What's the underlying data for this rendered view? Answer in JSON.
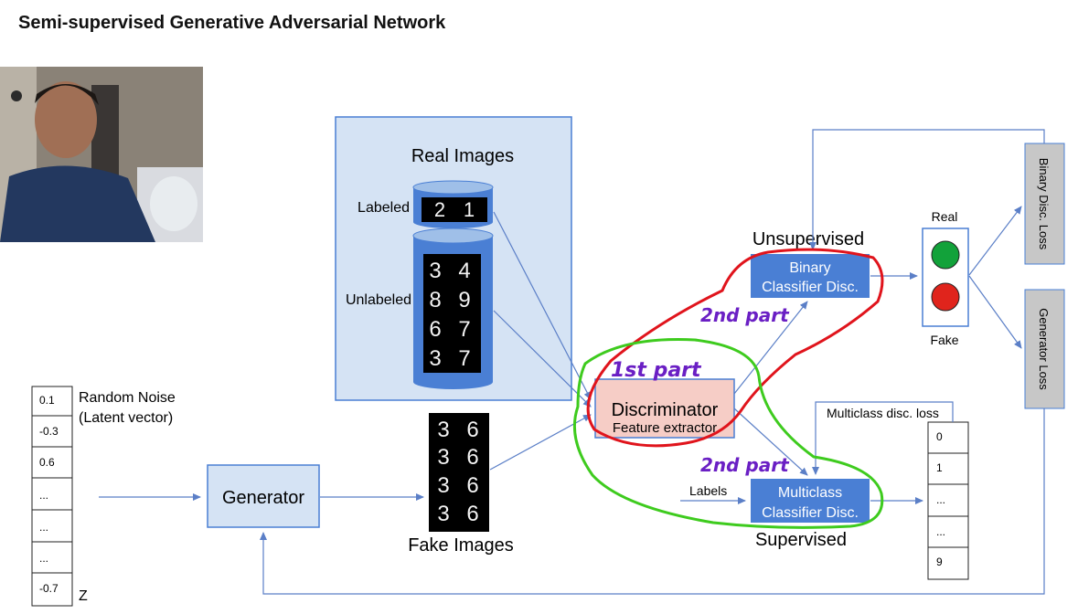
{
  "title": "Semi-supervised Generative Adversarial Network",
  "real_images": {
    "title": "Real Images",
    "labeled_label": "Labeled",
    "unlabeled_label": "Unlabeled",
    "labeled_digits": [
      "2",
      "1"
    ],
    "unlabeled_digits": [
      [
        "3",
        "4"
      ],
      [
        "8",
        "9"
      ],
      [
        "6",
        "7"
      ],
      [
        "3",
        "7"
      ]
    ]
  },
  "fake_images": {
    "label": "Fake Images",
    "digits": [
      [
        "3",
        "6"
      ],
      [
        "3",
        "6"
      ],
      [
        "3",
        "6"
      ],
      [
        "3",
        "6"
      ]
    ]
  },
  "noise": {
    "label_line1": "Random Noise",
    "label_line2": "(Latent vector)",
    "values": [
      "0.1",
      "-0.3",
      "0.6",
      "...",
      "...",
      "...",
      "-0.7"
    ],
    "z_label": "Z"
  },
  "generator": {
    "label": "Generator"
  },
  "discriminator": {
    "line1": "Discriminator",
    "line2": "Feature extractor"
  },
  "binary": {
    "line1": "Binary",
    "line2": "Classifier Disc.",
    "section_label": "Unsupervised"
  },
  "multiclass": {
    "line1": "Multiclass",
    "line2": "Classifier Disc.",
    "section_label": "Supervised",
    "labels_input": "Labels",
    "loss_label": "Multiclass disc. loss"
  },
  "light": {
    "top_label": "Real",
    "bottom_label": "Fake",
    "colors": {
      "top": "#12a23a",
      "bottom": "#e0241c"
    }
  },
  "outputs": [
    "0",
    "1",
    "...",
    "...",
    "9"
  ],
  "losses": {
    "binary": "Binary Disc. Loss",
    "generator": "Generator Loss"
  },
  "annotations": {
    "first_part": "1st part",
    "second_part_top": "2nd part",
    "second_part_bottom": "2nd part"
  },
  "colors": {
    "box_blue": "#4a7fd4",
    "light_blue": "#d5e3f4",
    "disc_pink": "#f6cdc6",
    "arrow": "#5b7fc7",
    "red_outline": "#e0141c",
    "green_outline": "#3ecb1e",
    "loss_gray": "#c7c7c7"
  }
}
